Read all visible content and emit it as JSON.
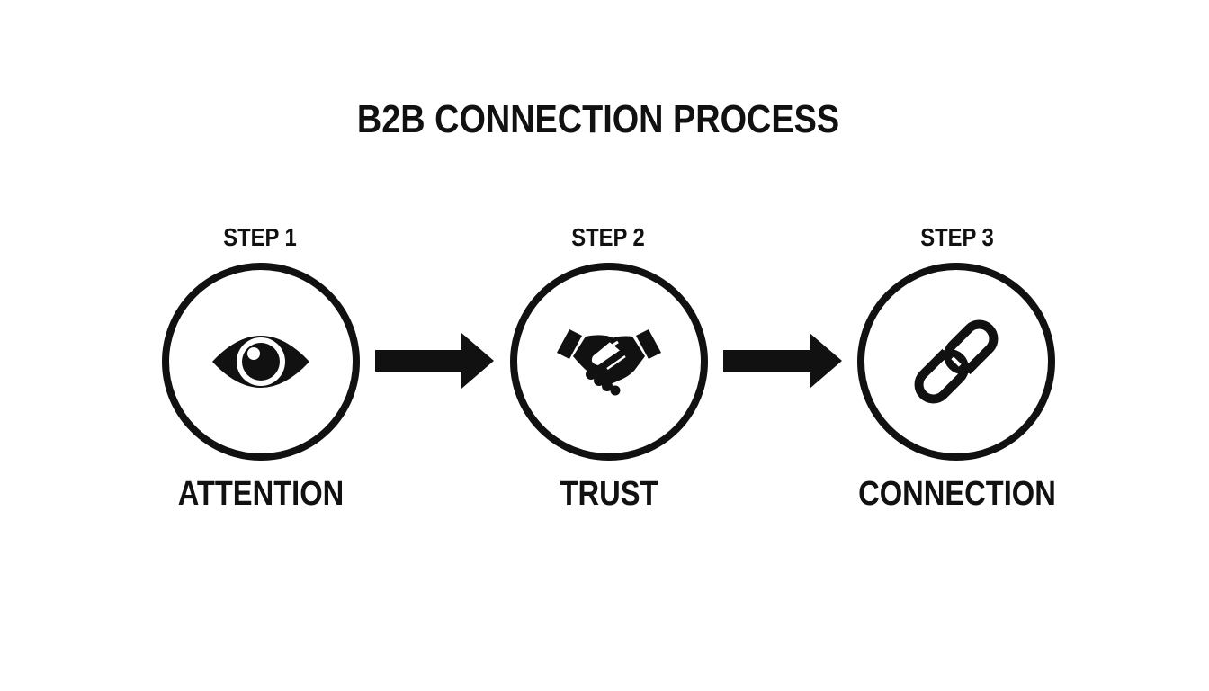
{
  "title": "B2B CONNECTION PROCESS",
  "steps": [
    {
      "label": "STEP 1",
      "name": "ATTENTION",
      "icon": "eye-icon"
    },
    {
      "label": "STEP 2",
      "name": "TRUST",
      "icon": "handshake-icon"
    },
    {
      "label": "STEP 3",
      "name": "CONNECTION",
      "icon": "chain-link-icon"
    }
  ],
  "colors": {
    "ink": "#111111",
    "background": "#ffffff"
  }
}
